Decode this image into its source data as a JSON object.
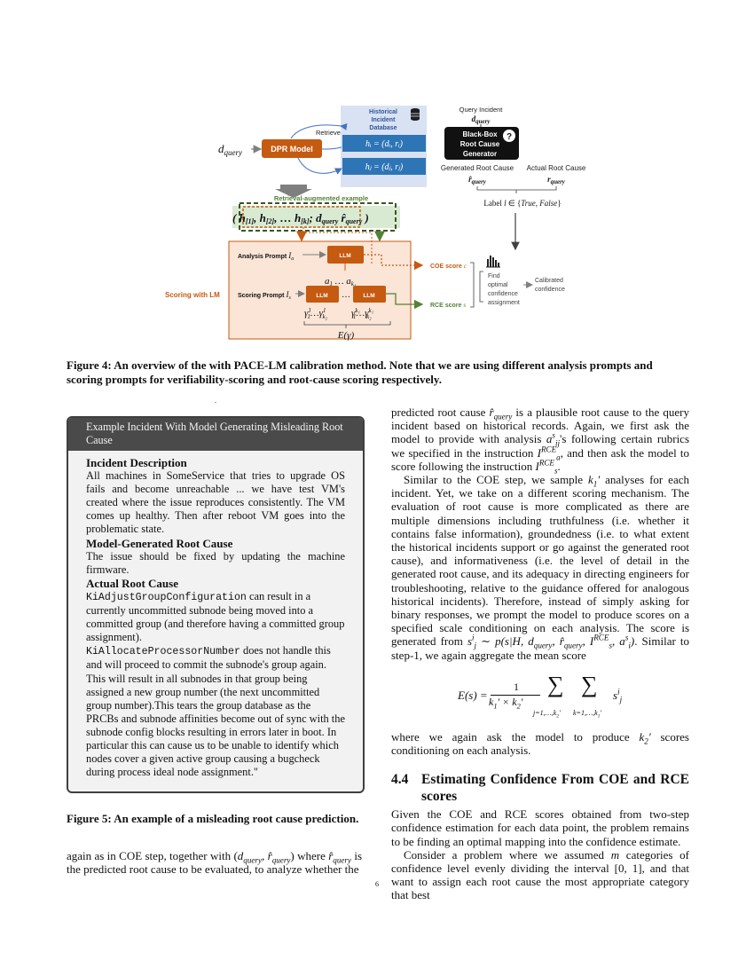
{
  "figure4": {
    "historical_db_label": "Historical\nIncident\nDatabase",
    "query_var": "d",
    "query_sub": "query",
    "dpr_label": "DPR Model",
    "retrieve_label": "Retrieve",
    "hi_label": "h_i = (d_i, r_i)",
    "hj_label": "h_j = (d_j, r_j)",
    "query_incident_label": "Query Incident",
    "blackbox_label": "Black-Box\nRoot Cause\nGenerator",
    "generated_rc_label": "Generated Root Cause",
    "actual_rc_label": "Actual Root Cause",
    "r_hat_query": "r̂_query",
    "r_query": "r_query",
    "label_set": "Label l ∈ {True, False}",
    "retrieval_aug_label": "Retrieval-augmented example",
    "example_tuple": "( h[1], h[2], … h[k] ; d_query , r̂_query )",
    "scoring_with_lm": "Scoring with LM",
    "analysis_prompt": "Analysis Prompt I_a",
    "scoring_prompt": "Scoring Prompt I_s",
    "llm": "LLM",
    "a_seq": "a1 … ak1",
    "gamma_left": "γ11…γ1k2",
    "gamma_right": "γk11…γk1k2",
    "e_gamma": "E(γ)",
    "coe_score": "COE score c",
    "rce_score": "RCE score s",
    "find_optimal": "Find\noptimal\nconfidence\nassignment",
    "calibrated": "Calibrated\nconfidence"
  },
  "figure4_caption": "Figure 4: An overview of the with PACE-LM calibration method. Note that we are using different analysis prompts and scoring prompts for verifiability-scoring and root-cause scoring respectively.",
  "box": {
    "title": "Example Incident With Model Generating Misleading Root Cause",
    "h1": "Incident Description",
    "p1": "All machines in SomeService that tries to upgrade OS fails and become unreachable ... we have test VM's created where the issue reproduces consistently. The VM comes up healthy. Then after reboot VM goes into the problematic state.",
    "h2": "Model-Generated Root Cause",
    "p2": "The issue should be fixed by updating the machine firmware.",
    "h3": "Actual Root Cause",
    "p3a_code": "KiAdjustGroupConfiguration",
    "p3a_text": " can result in a currently uncommitted subnode being moved into a committed group (and therefore having a committed group assignment).",
    "p3b_code": "KiAllocateProcessorNumber",
    "p3b_text": " does not handle this and will proceed to commit the subnode's group again. This will result in all subnodes in that group being assigned a new group number (the next uncommitted group number).This tears the group database as the PRCBs and subnode affinities become out of sync with the subnode config blocks resulting in errors later in boot. In particular this can cause us to be unable to identify which nodes cover a given active group causing a bugcheck during process ideal node assignment.\""
  },
  "figure5_caption": "Figure 5: An example of a misleading root cause prediction.",
  "left_bottom": {
    "t1": "again as in COE step, together with (",
    "t2": ") where ",
    "t3": "is the predicted root cause to be evaluated, to analyze whether the"
  },
  "right": {
    "p1a": "predicted root cause ",
    "p1b": " is a plausible root cause to the query incident based on historical records. Again, we first ask the model to provide with analysis ",
    "p1c": "'s following certain rubrics we specified in the instruction ",
    "p1d": ", and then ask the model to score following the instruction ",
    "p1e": ".",
    "p2a": "Similar to the COE step, we sample ",
    "p2b": " analyses for each incident. Yet, we take on a different scoring mechanism. The evaluation of root cause is more complicated as there are multiple dimensions including truthfulness (i.e. whether it contains false information), groundedness (i.e. to what extent the historical incidents support or go against the generated root cause), and informativeness (i.e. the level of detail in the generated root cause, and its adequacy in directing engineers for troubleshooting, relative to the guidance offered for analogous historical incidents). Therefore, instead of simply asking for binary responses, we prompt the model to produce scores on a specified scale conditioning on each analysis. The score is generated from ",
    "p2c": ". Similar to step-1, we again aggregate the mean score",
    "p3a": "where we again ask the model to produce ",
    "p3b": " scores conditioning on each analysis.",
    "section_num": "4.4",
    "section_title": "Estimating Confidence From COE and RCE scores",
    "p4": "Given the COE and RCE scores obtained from two-step confidence estimation for each data point, the problem remains to be finding an optimal mapping into the confidence estimate.",
    "p5a": "Consider a problem where we assumed ",
    "p5b": " categories of confidence level evenly dividing the interval [0, 1], and that want to assign each root cause the most appropriate category that best"
  },
  "page_number": "6",
  "colors": {
    "orange": "#c55a11",
    "blue": "#2e75b6",
    "green": "#548235",
    "box_header": "#4a4a4a",
    "box_bg": "#f2f2f2"
  }
}
